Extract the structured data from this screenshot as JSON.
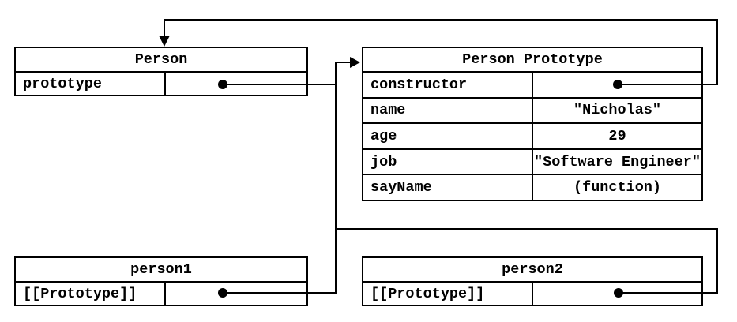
{
  "page": {
    "background_color": "#ffffff",
    "line_color": "#000000",
    "text_color": "#000000"
  },
  "boxes": {
    "person": {
      "title": "Person",
      "rows": [
        {
          "key": "prototype",
          "value": ""
        }
      ]
    },
    "person_prototype": {
      "title": "Person Prototype",
      "rows": [
        {
          "key": "constructor",
          "value": ""
        },
        {
          "key": "name",
          "value": "\"Nicholas\""
        },
        {
          "key": "age",
          "value": "29"
        },
        {
          "key": "job",
          "value": "\"Software Engineer\""
        },
        {
          "key": "sayName",
          "value": "(function)"
        }
      ]
    },
    "person1": {
      "title": "person1",
      "rows": [
        {
          "key": "[[Prototype]]",
          "value": ""
        }
      ]
    },
    "person2": {
      "title": "person2",
      "rows": [
        {
          "key": "[[Prototype]]",
          "value": ""
        }
      ]
    }
  },
  "connectors": {
    "constructor_to_person": "pointer from Person Prototype.constructor back to Person",
    "prototype_to_person_prototype": "pointer from Person.prototype to Person Prototype",
    "person1_to_person_prototype": "pointer from person1.[[Prototype]] to Person Prototype",
    "person2_to_person_prototype": "pointer from person2.[[Prototype]] to Person Prototype"
  }
}
